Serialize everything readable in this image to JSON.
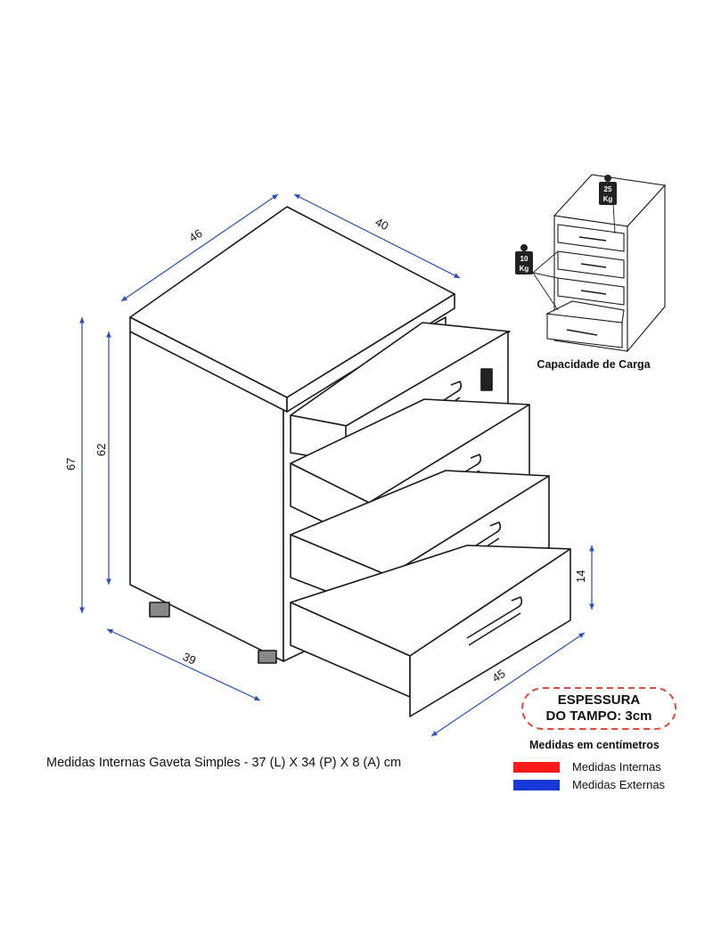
{
  "dimensions": {
    "top_depth": "46",
    "top_width": "40",
    "total_height": "67",
    "body_height": "62",
    "base_depth": "39",
    "drawer_depth": "45",
    "drawer_height": "14"
  },
  "inset": {
    "weight_top": "25 Kg",
    "weight_drawer": "10 Kg",
    "title": "Capacidade de Carga"
  },
  "thickness": {
    "line1": "ESPESSURA",
    "line2": "DO TAMPO: 3cm"
  },
  "units_note": "Medidas em centímetros",
  "legend": [
    {
      "label": "Medidas Internas",
      "color": "#ff1a1a"
    },
    {
      "label": "Medidas Externas",
      "color": "#1638d6"
    }
  ],
  "caption": "Medidas Internas Gaveta Simples -  37 (L) X 34 (P) X 8 (A) cm",
  "colors": {
    "dimension_line": "#2a4fb8",
    "outline": "#1a1a1a",
    "pill_border": "#e04a3a"
  }
}
